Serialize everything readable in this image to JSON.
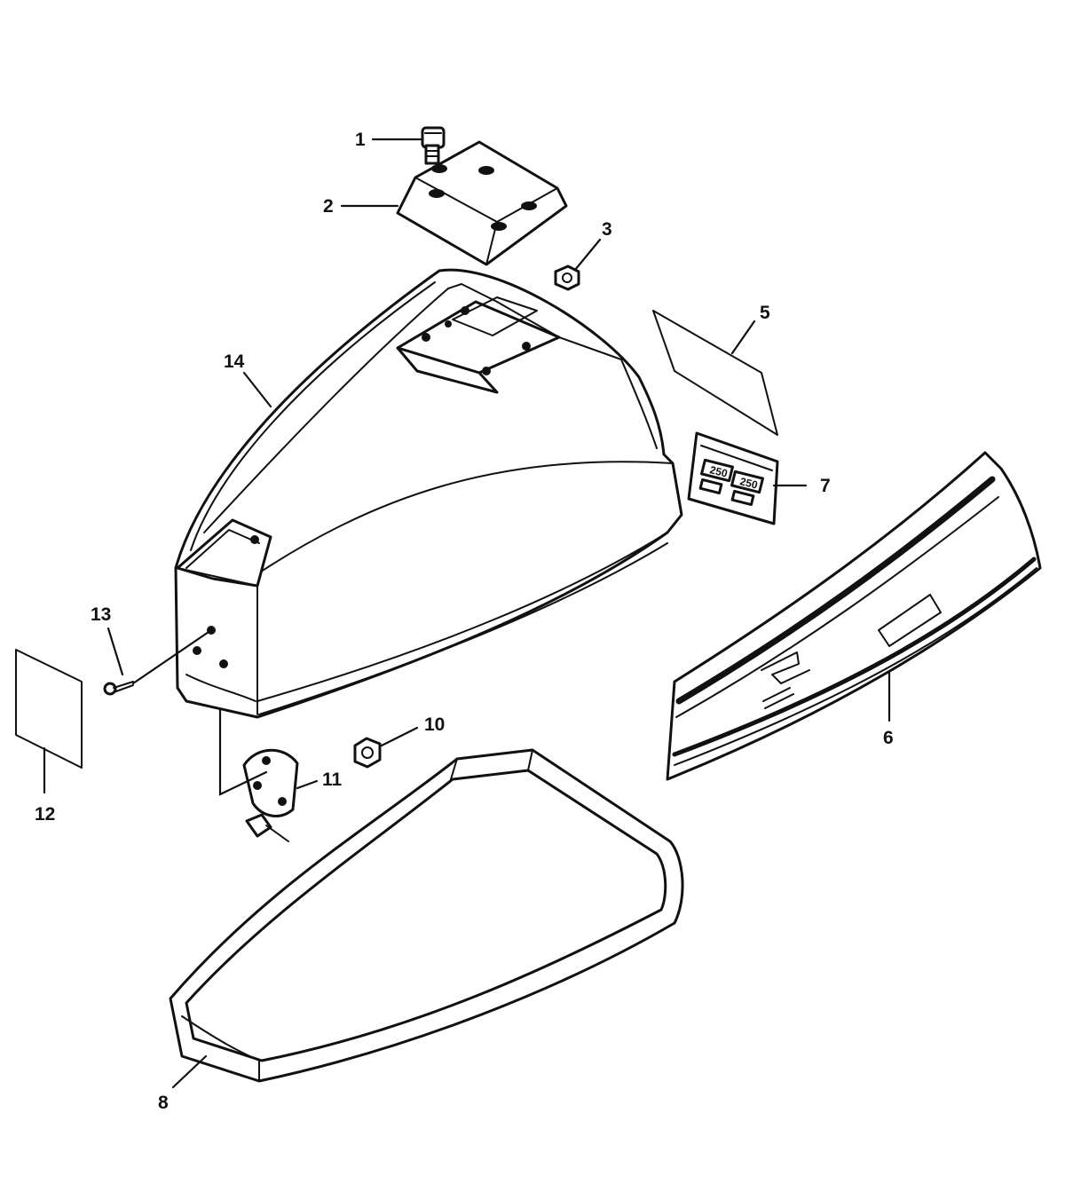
{
  "callouts": {
    "c1": "1",
    "c2": "2",
    "c3": "3",
    "c5": "5",
    "c6": "6",
    "c7": "7",
    "c8": "8",
    "c10": "10",
    "c11": "11",
    "c12": "12",
    "c13": "13",
    "c14": "14"
  },
  "decal_marks": {
    "left_display": "250",
    "right_display": "250"
  }
}
